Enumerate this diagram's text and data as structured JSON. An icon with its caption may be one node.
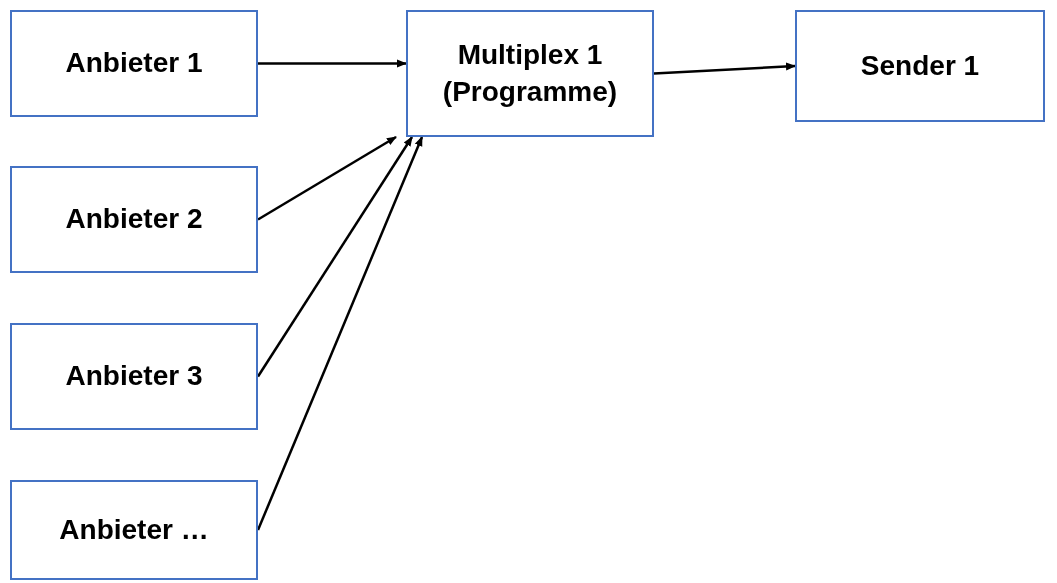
{
  "diagram": {
    "nodes": [
      {
        "text": [
          "Anbieter 1"
        ]
      },
      {
        "text": [
          "Anbieter 2"
        ]
      },
      {
        "text": [
          "Anbieter 3"
        ]
      },
      {
        "text": [
          "Anbieter …"
        ]
      },
      {
        "text": [
          "Multiplex 1 (Programme)"
        ]
      },
      {
        "text": [
          "Sender 1"
        ]
      }
    ],
    "edges": [
      {
        "from": 0,
        "to": 4,
        "arrow": "to"
      },
      {
        "from": 1,
        "to": 4,
        "arrow": "to"
      },
      {
        "from": 2,
        "to": 4,
        "arrow": "to"
      },
      {
        "from": 3,
        "to": 4,
        "arrow": "to"
      },
      {
        "from": 4,
        "to": 5,
        "arrow": "to"
      }
    ]
  }
}
